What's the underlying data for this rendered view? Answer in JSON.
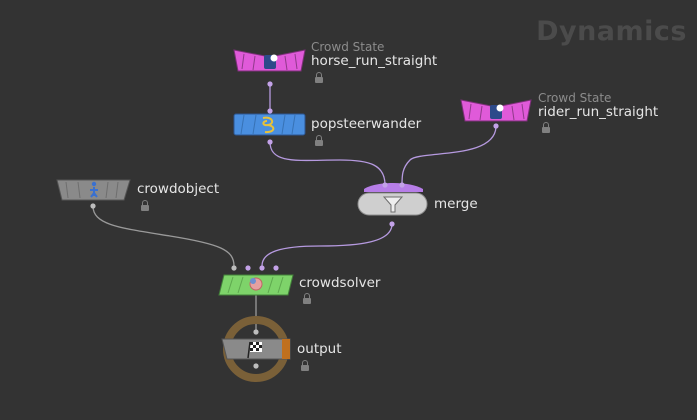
{
  "context_title": "Dynamics",
  "nodes": {
    "horse": {
      "type_label": "Crowd State",
      "name": "horse_run_straight",
      "icon": "horse-icon",
      "color": "#e05ad9"
    },
    "popsteerwander": {
      "name": "popsteerwander",
      "icon": "spiral-icon",
      "color": "#4a8fe0"
    },
    "rider": {
      "type_label": "Crowd State",
      "name": "rider_run_straight",
      "icon": "rider-icon",
      "color": "#e05ad9"
    },
    "crowdobject": {
      "name": "crowdobject",
      "icon": "crowd-person-icon",
      "color": "#8a8a8a"
    },
    "merge": {
      "name": "merge",
      "icon": "funnel-icon",
      "color": "#cfcfcf"
    },
    "crowdsolver": {
      "name": "crowdsolver",
      "icon": "brain-icon",
      "color": "#7ed36a"
    },
    "output": {
      "name": "output",
      "icon": "checkered-flag-icon",
      "color": "#8a8a8a"
    }
  },
  "colors": {
    "background": "#333333",
    "wire": "#b69ae0",
    "wire_gray": "#9a9a9a",
    "input_port": "#c3a2e8",
    "output_ring": "#7a6038",
    "output_flag": "#c0701e"
  }
}
